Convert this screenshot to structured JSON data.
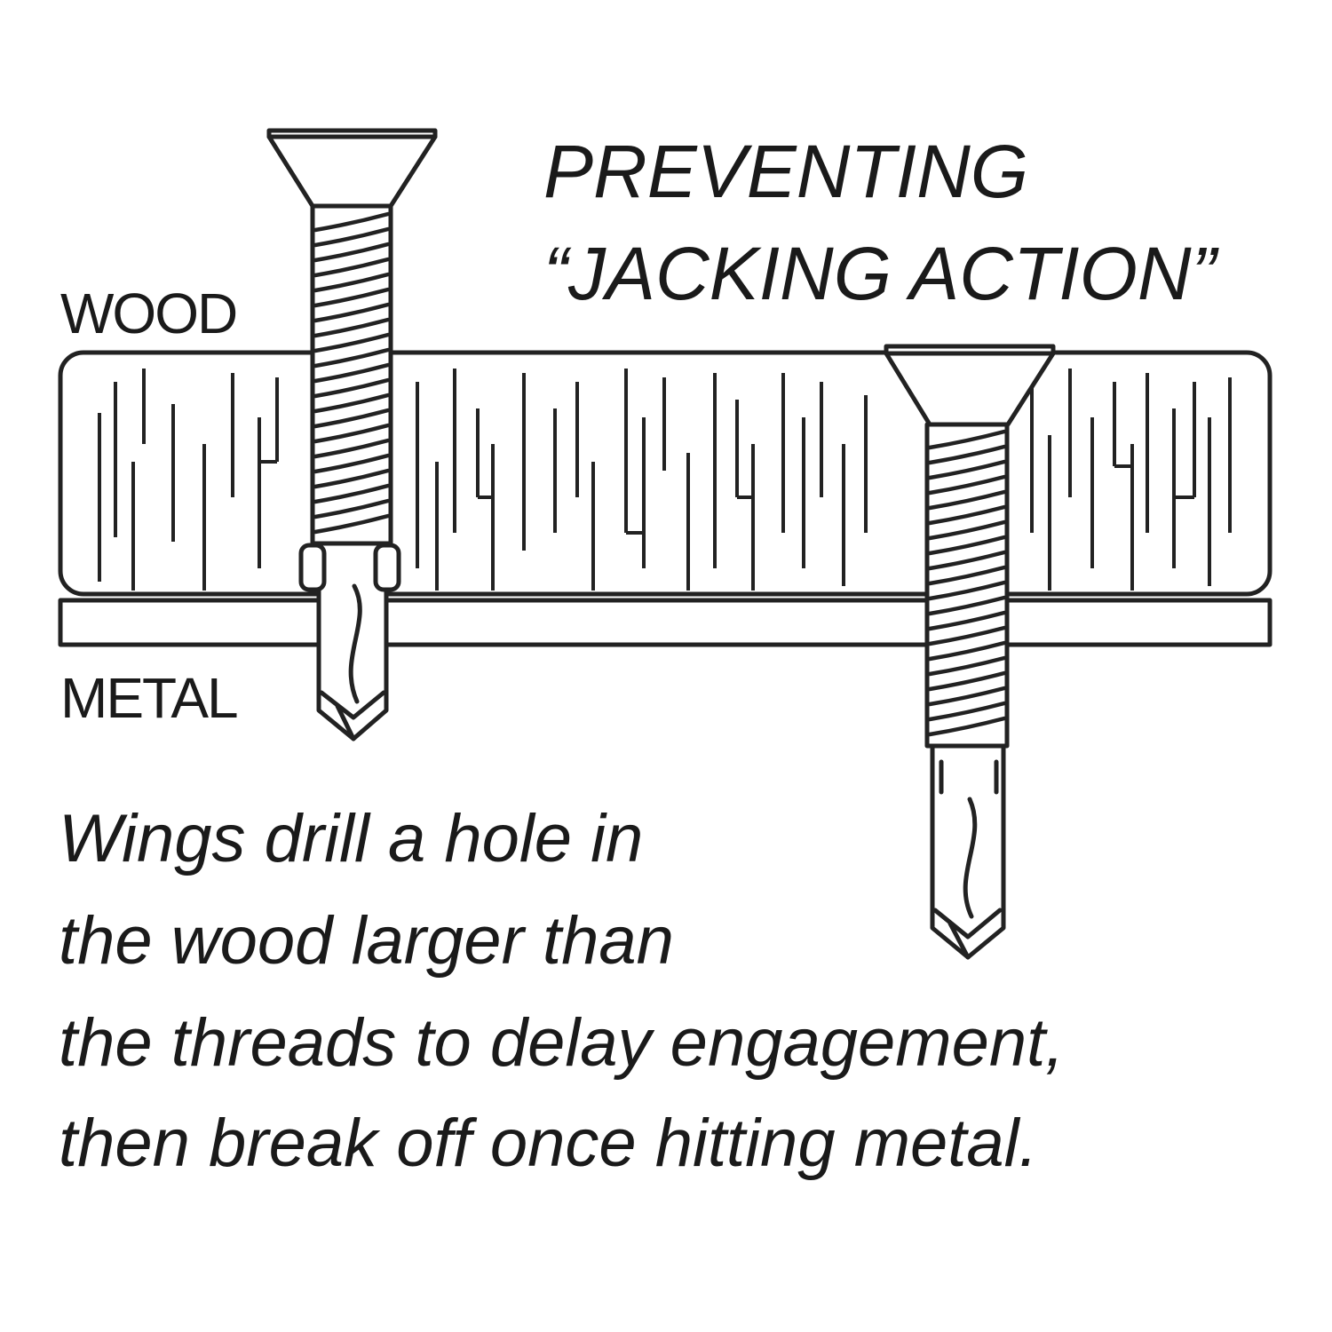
{
  "title": {
    "line1": "PREVENTING",
    "line2": "“JACKING ACTION”"
  },
  "labels": {
    "wood": "WOOD",
    "metal": "METAL"
  },
  "caption": {
    "line1": "Wings drill a hole in",
    "line2": "the wood larger than",
    "line3": "the threads to delay engagement,",
    "line4": "then break off once hitting metal."
  },
  "colors": {
    "ink": "#222222",
    "background": "#ffffff"
  },
  "icons": {
    "left_screw": "winged-self-drilling-screw-icon",
    "right_screw": "self-drilling-screw-icon"
  }
}
